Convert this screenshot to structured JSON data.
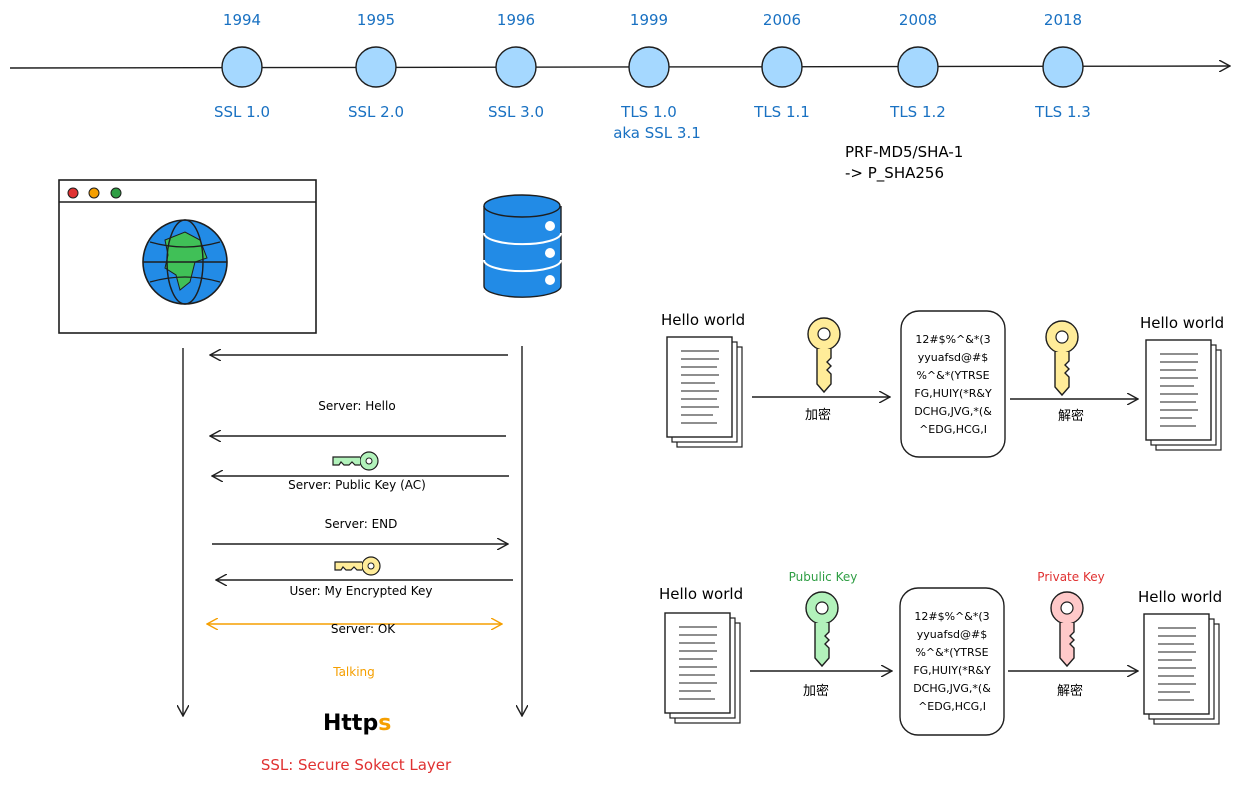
{
  "timeline": {
    "events": [
      {
        "year": "1994",
        "version": "SSL 1.0",
        "alias": ""
      },
      {
        "year": "1995",
        "version": "SSL 2.0",
        "alias": ""
      },
      {
        "year": "1996",
        "version": "SSL 3.0",
        "alias": ""
      },
      {
        "year": "1999",
        "version": "TLS 1.0",
        "alias": "aka SSL 3.1"
      },
      {
        "year": "2006",
        "version": "TLS 1.1",
        "alias": ""
      },
      {
        "year": "2008",
        "version": "TLS 1.2",
        "alias": ""
      },
      {
        "year": "2018",
        "version": "TLS 1.3",
        "alias": ""
      }
    ],
    "note_line1": "PRF-MD5/SHA-1",
    "note_line2": "-> P_SHA256"
  },
  "handshake": {
    "msg_hello": "Server: Hello",
    "msg_public_key": "Server: Public Key (AC)",
    "msg_end": "Server: END",
    "msg_user_key": "User: My Encrypted Key",
    "msg_ok": "Server: OK",
    "talking": "Talking",
    "title_main": "Http",
    "title_suffix": "s",
    "subtitle": "SSL: Secure Sokect Layer"
  },
  "symmetric": {
    "plain_left": "Hello world",
    "plain_right": "Hello world",
    "encrypt_label": "加密",
    "decrypt_label": "解密",
    "cipher_lines": [
      "12#$%^&*(3",
      "yyuafsd@#$",
      "%^&*(YTRSE",
      "FG,HUIY(*R&Y",
      "DCHG,JVG,*(&",
      "^EDG,HCG,I"
    ]
  },
  "asymmetric": {
    "plain_left": "Hello world",
    "plain_right": "Hello world",
    "public_key_label": "Pubulic Key",
    "private_key_label": "Private Key",
    "encrypt_label": "加密",
    "decrypt_label": "解密",
    "cipher_lines": [
      "12#$%^&*(3",
      "yyuafsd@#$",
      "%^&*(YTRSE",
      "FG,HUIY(*R&Y",
      "DCHG,JVG,*(&",
      "^EDG,HCG,I"
    ]
  },
  "colors": {
    "timeline_text": "#1971c2",
    "node_fill": "#a5d8ff",
    "talking": "#f59f00",
    "subtitle": "#e03131",
    "public_key": "#2f9e44",
    "private_key": "#e03131",
    "db": "#228be6",
    "key_yellow": "#ffec99",
    "key_green": "#b2f2bb",
    "key_red": "#ffc9c9"
  }
}
